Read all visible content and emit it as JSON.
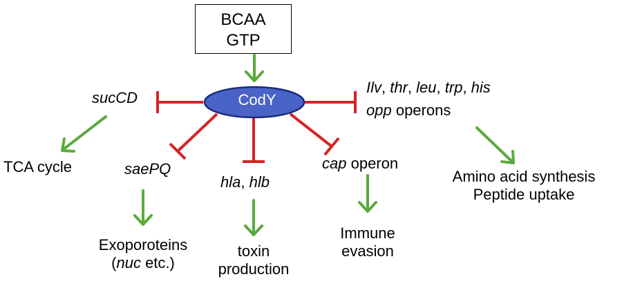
{
  "input_box": {
    "line1": "BCAA",
    "line2": "GTP"
  },
  "regulator": {
    "label": "CodY",
    "fill": "#4a63c7",
    "stroke": "#1a2c7a"
  },
  "colors": {
    "repression": "#d32424",
    "activation": "#5aaa3c"
  },
  "targets": {
    "sucCD": "sucCD",
    "saePQ": "saePQ",
    "hla": "hla",
    "hla_sep": ", ",
    "hlb": "hlb",
    "cap": "cap",
    "cap_suffix": " operon",
    "ilv": "Ilv",
    "thr": "thr",
    "leu": "leu",
    "trp": "trp",
    "his": "his",
    "sep": ", ",
    "opp": "opp",
    "opp_suffix": " operons"
  },
  "outcomes": {
    "tca": "TCA cycle",
    "exo_line1": "Exoporoteins",
    "exo_open": "(",
    "exo_nuc": "nuc",
    "exo_close": " etc.)",
    "toxin_line1": "toxin",
    "toxin_line2": "production",
    "immune_line1": "Immune",
    "immune_line2": "evasion",
    "aa_line1": "Amino acid synthesis",
    "aa_line2": "Peptide uptake"
  }
}
